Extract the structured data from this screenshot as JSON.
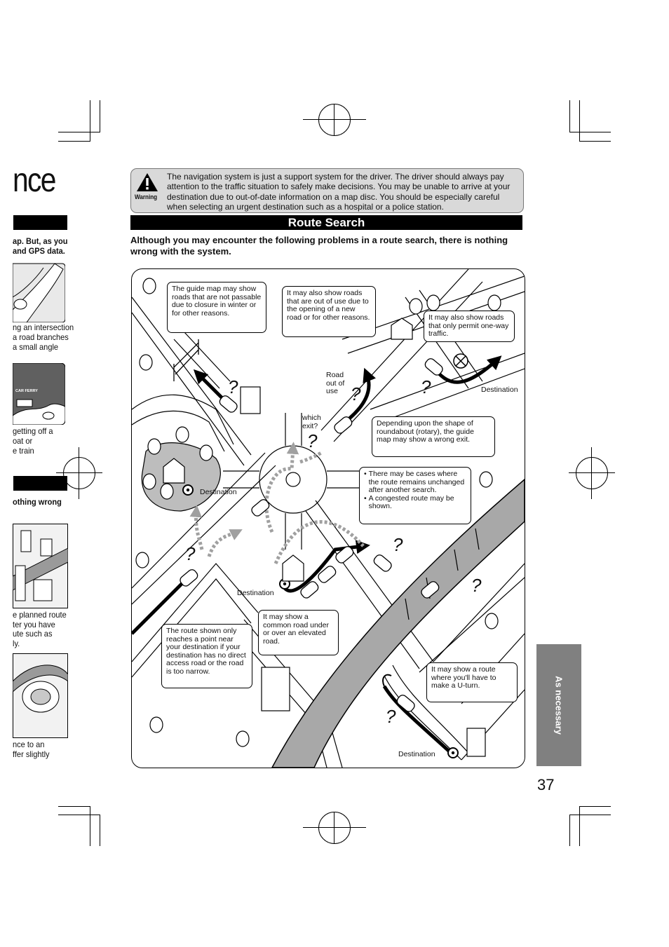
{
  "left_column": {
    "title_fragment": "nce",
    "snippet_1": [
      "ap. But, as you",
      "and GPS data."
    ],
    "snippet_2": [
      "ng an intersection",
      "a road branches",
      "a small angle"
    ],
    "ferry_label": "CAR FERRY",
    "snippet_3": [
      "getting off a",
      "oat or",
      "e train"
    ],
    "snippet_4": "othing wrong",
    "snippet_5": [
      "e planned route",
      "ter you have",
      "ute such as",
      "ly."
    ],
    "snippet_6": [
      "nce to an",
      "ffer slightly"
    ]
  },
  "warning": {
    "label": "Warning",
    "text": "The navigation system is just a support system for the driver. The driver should always pay attention to the traffic situation to safely make decisions. You may be unable to arrive at your destination due to out-of-date information on a map disc. You should be especially careful when selecting an urgent destination such as a hospital or a police station."
  },
  "section": {
    "title": "Route Search",
    "intro": "Although you may encounter the following problems in a route search, there is nothing wrong with the system."
  },
  "map": {
    "bubbles": {
      "closure": "The guide map may show roads that are not passable due to closure in winter or for other reasons.",
      "out_of_use": "It may also show roads that are out of use due to the opening of a new road or for other reasons.",
      "one_way": "It may also show roads that only permit one-way traffic.",
      "roundabout": "Depending upon the shape of roundabout (rotary), the guide map may show a wrong exit.",
      "cases_1": "There may be cases where the route remains unchanged after another search.",
      "cases_2": "A congested route may be shown.",
      "elevated": "It may show a common road under or over an elevated road.",
      "only_reaches": "The route shown only reaches a point near your destination if your destination has no direct access road or the road is too narrow.",
      "uturn": "It may show a route where you'll have to make a U-turn."
    },
    "labels": {
      "road_out_of_use": "Road out of use",
      "which_exit": "which exit?",
      "destination": "Destination",
      "question": "?"
    }
  },
  "side_tab": {
    "label": "As necessary"
  },
  "page_number": "37",
  "colors": {
    "tab_gray": "#808080",
    "warning_bg": "#d9d9d9",
    "road_gray": "#9a9a9a"
  }
}
